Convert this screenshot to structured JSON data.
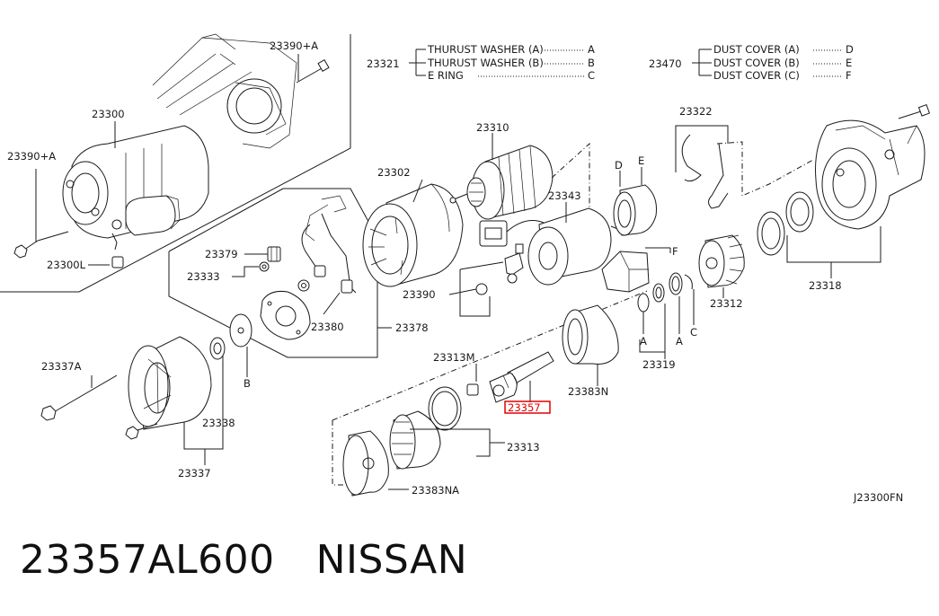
{
  "diagram": {
    "ref_code": "J23300FN",
    "legend_23321": {
      "number": "23321",
      "items": [
        {
          "name": "THURUST WASHER (A)",
          "key": "A"
        },
        {
          "name": "THURUST WASHER (B)",
          "key": "B"
        },
        {
          "name": "E RING",
          "key": "C"
        }
      ]
    },
    "legend_23470": {
      "number": "23470",
      "items": [
        {
          "name": "DUST COVER (A)",
          "key": "D"
        },
        {
          "name": "DUST COVER (B)",
          "key": "E"
        },
        {
          "name": "DUST COVER (C)",
          "key": "F"
        }
      ]
    },
    "callouts": {
      "c23390a_top": "23390+A",
      "c23300": "23300",
      "c23390a_left": "23390+A",
      "c23300l": "23300L",
      "c23310": "23310",
      "c23302": "23302",
      "c23343": "23343",
      "c23322": "23322",
      "c23379": "23379",
      "c23333": "23333",
      "c23380": "23380",
      "c23378": "23378",
      "c23390": "23390",
      "c23312": "23312",
      "c23318": "23318",
      "c23337a": "23337A",
      "c23338": "23338",
      "c23337": "23337",
      "c23313m": "23313M",
      "c23357": "23357",
      "c23383n": "23383N",
      "c23319": "23319",
      "c23313": "23313",
      "c23383na": "23383NA",
      "letter_d": "D",
      "letter_e": "E",
      "letter_f": "F",
      "letter_b": "B",
      "letter_a1": "A",
      "letter_a2": "A",
      "letter_c": "C"
    },
    "highlight_color": "#e00000"
  },
  "caption": {
    "part_number": "23357AL600",
    "brand": "NISSAN"
  }
}
